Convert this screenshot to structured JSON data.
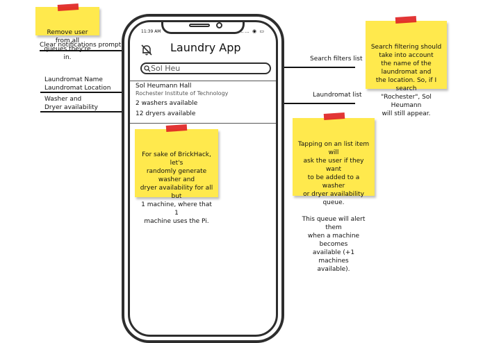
{
  "app": {
    "status_time": "11:39 AM",
    "status_icons": "‥… ◉ ▭",
    "title": "Laundry App",
    "search": {
      "value": "Sol Heu",
      "placeholder": "Sol Heu"
    },
    "laundromats": [
      {
        "name": "Sol Heumann Hall",
        "location": "Rochester Institute of Technology",
        "washers": "2 washers available",
        "dryers": "12 dryers available"
      }
    ]
  },
  "annotations": {
    "clear_notifications": "Clear notifications prompt",
    "laundromat_name_location": "Laundromat Name\nLaundromat Location",
    "washer_dryer": "Washer and\nDryer availability",
    "search_filters_list": "Search filters list",
    "laundromat_list": "Laundromat list"
  },
  "notes": {
    "remove_user": "Remove user from all\nqueues they're in.",
    "search_filtering": "Search filtering should\ntake into account\nthe name of the\nlaundromat and\nthe location. So, if I search\n\"Rochester\", Sol Heumann\nwill still appear.",
    "tapping": "Tapping on an list item will\nask the user if they want\nto be added to a washer\nor dryer availability queue.\n\nThis queue will alert them\nwhen a machine becomes\navailable (+1 machines\navailable).",
    "brickhack": "For sake of BrickHack,\nlet's\nrandomly generate\nwasher and\ndryer availability for all but\n1 machine, where that 1\nmachine uses the Pi."
  },
  "colors": {
    "note": "#ffe94d",
    "tape": "#e02424",
    "ink": "#2d2d2d"
  }
}
